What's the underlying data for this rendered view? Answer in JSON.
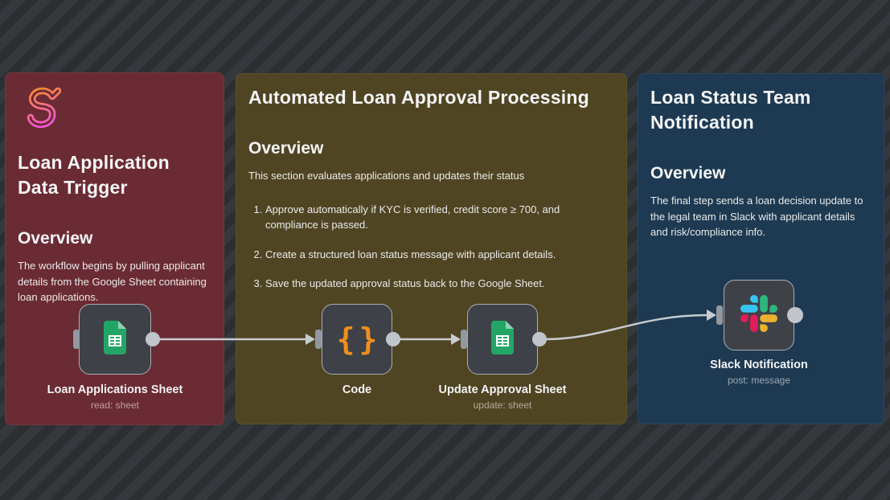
{
  "stickies": [
    {
      "title": "Loan Application Data Trigger",
      "section_heading": "Overview",
      "body": "The workflow begins by pulling applicant details from the Google Sheet containing loan applications.",
      "color": "#6b2b34",
      "logo_icon": "s-gradient-logo"
    },
    {
      "title": "Automated Loan Approval Processing",
      "section_heading": "Overview",
      "body": "This section evaluates applications and updates their status",
      "list": [
        "Approve automatically if KYC is verified, credit score ≥ 700, and compliance is passed.",
        "Create a structured loan status message with applicant details.",
        "Save the updated approval status back to the Google Sheet."
      ],
      "color": "#504523"
    },
    {
      "title": "Loan Status Team Notification",
      "section_heading": "Overview",
      "body": "The final step sends a loan decision update to the legal team in Slack with applicant details and risk/compliance info.",
      "color": "#1e3a52"
    }
  ],
  "nodes": [
    {
      "label": "Loan Applications Sheet",
      "sublabel": "read: sheet",
      "icon": "google-sheets-icon"
    },
    {
      "label": "Code",
      "icon": "code-braces-icon"
    },
    {
      "label": "Update Approval Sheet",
      "sublabel": "update: sheet",
      "icon": "google-sheets-icon"
    },
    {
      "label": "Slack Notification",
      "sublabel": "post: message",
      "icon": "slack-icon"
    }
  ],
  "connections": [
    {
      "from": "Loan Applications Sheet",
      "to": "Code"
    },
    {
      "from": "Code",
      "to": "Update Approval Sheet"
    },
    {
      "from": "Update Approval Sheet",
      "to": "Slack Notification"
    }
  ],
  "colors": {
    "background_dark": "#2c2f32",
    "background_light": "#35383c",
    "sticky_red": "#6b2b34",
    "sticky_olive": "#504523",
    "sticky_blue": "#1e3a52",
    "node_fill": "#3e4147",
    "node_border": "#a9aeb4",
    "connector": "#c7ccd1",
    "handle_gray": "#9298a0",
    "code_orange": "#ef8e1f",
    "sheets_green": "#23a566",
    "sheets_fold": "#8ed1ae",
    "slack_blue": "#36C5F0",
    "slack_green": "#2EB67D",
    "slack_red": "#E01E5A",
    "slack_yellow": "#ECB22E",
    "logo_gradient_top": "#f8883a",
    "logo_gradient_bottom": "#f556d4"
  }
}
